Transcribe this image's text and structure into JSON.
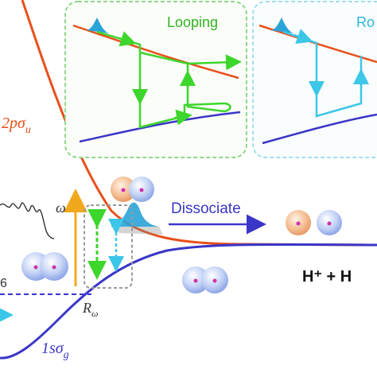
{
  "labels": {
    "upper_state": "2pσ",
    "upper_state_sub": "u",
    "lower_state": "1sσ",
    "lower_state_sub": "g",
    "omega": "ω",
    "r_omega": "R",
    "r_omega_sub": "ω",
    "dissociate": "Dissociate",
    "products": "H⁺ + H",
    "left_edge_digit": "6",
    "inset_looping": "Looping",
    "inset_right": "Ro"
  },
  "colors": {
    "upper_curve": "#e8501a",
    "lower_curve": "#3a36c8",
    "looping_path": "#3dd62c",
    "right_path": "#3cc6e8",
    "omega_arrow": "#f2a81c",
    "wavepacket": "#2aa3d8",
    "proton": "#f2b27a",
    "atom": "#a9bff0",
    "inset_green_border": "#8fd88a",
    "inset_cyan_border": "#9fe0ee"
  }
}
